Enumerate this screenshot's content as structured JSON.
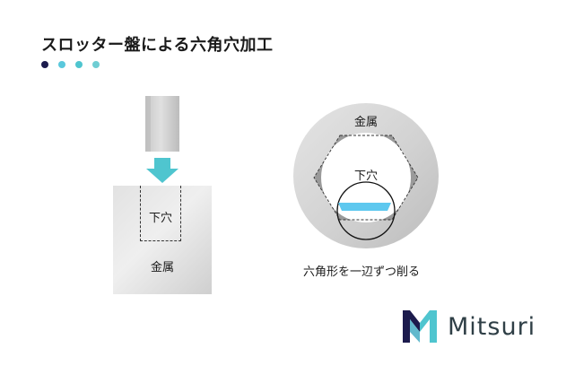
{
  "title": "スロッター盤による六角穴加工",
  "dots": [
    "#1c1b4d",
    "#5ac8dc",
    "#4fc5cf",
    "#6fcdd3"
  ],
  "left": {
    "hole_label": "下穴",
    "metal_label": "金属",
    "arrow_color": "#4fc5cf"
  },
  "right": {
    "metal_label": "金属",
    "hole_label": "下穴",
    "cutter_color": "#5ec8ef",
    "caption": "六角形を一辺ずつ削る"
  },
  "logo": {
    "text": "Mitsuri",
    "colors": [
      "#1c1b4d",
      "#4fc5cf"
    ]
  }
}
